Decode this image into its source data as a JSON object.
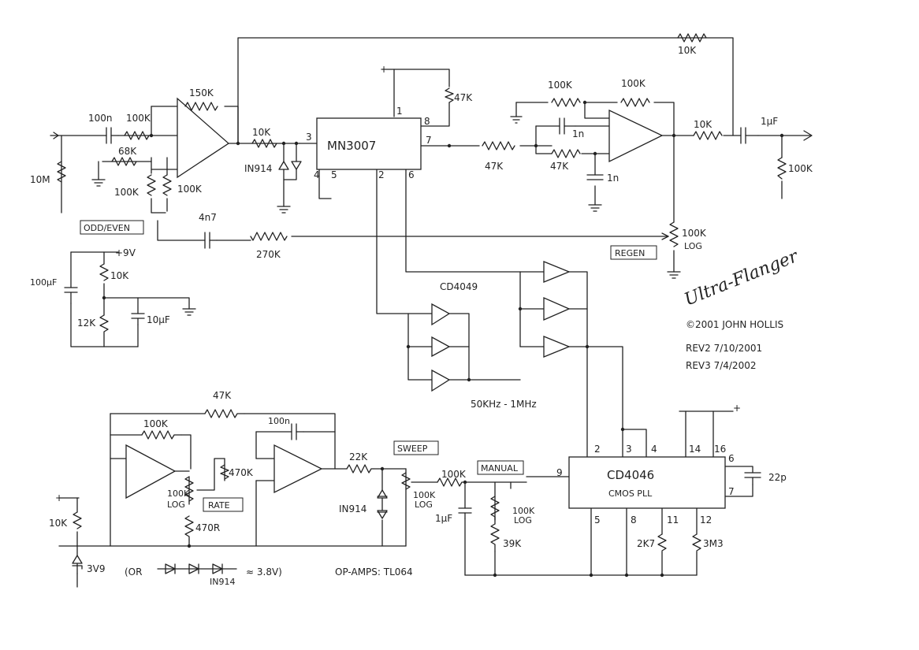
{
  "labels": {
    "chip_bbd": "MN3007",
    "chip_inv": "CD4049",
    "chip_pll": "CD4046",
    "chip_pll_sub": "CMOS PLL",
    "r_10m": "10M",
    "c_100n_in": "100n",
    "r_100k_in": "100K",
    "r_68k": "68K",
    "r_150k": "150K",
    "r_100k_odd": "100K",
    "r_100k_even": "100K",
    "odd_even": "ODD/EVEN",
    "r_10k_top": "10K",
    "diodes": "IN914",
    "pin3": "3",
    "pin8": "8",
    "pin1": "1",
    "pin7": "7",
    "pin4": "4",
    "pin5": "5",
    "pin2": "2",
    "pin6": "6",
    "r_47k_pull": "47K",
    "r_47k_a": "47K",
    "r_47k_b": "47K",
    "c_1n_a": "1n",
    "c_1n_b": "1n",
    "r_100k_fb1": "100K",
    "r_100k_fb2": "100K",
    "r_10k_out": "10K",
    "c_1uf_out": "1µF",
    "r_100k_load": "100K",
    "r_10k_fb": "10K",
    "c_4n7": "4n7",
    "r_270k": "270K",
    "pot_regen": "100K",
    "pot_regen_log": "LOG",
    "regen": "REGEN",
    "supply_9v": "+9V",
    "c_100uf": "100µF",
    "r_10k_sup": "10K",
    "r_12k": "12K",
    "c_10uf": "10µF",
    "title": "Ultra-Flanger",
    "copyright": "©2001  JOHN HOLLIS",
    "rev2": "REV2   7/10/2001",
    "rev3": "REV3   7/4/2002",
    "freq_range": "50KHz - 1MHz",
    "r_47k_lfo": "47K",
    "r_100k_lfo": "100K",
    "c_100n_lfo": "100n",
    "r_470k": "470K",
    "pot_rate": "100K",
    "pot_rate_log": "LOG",
    "rate": "RATE",
    "r_470r": "470R",
    "r_22k": "22K",
    "sweep": "SWEEP",
    "diodes_lfo": "IN914",
    "pot_sweep": "100K",
    "pot_sweep_log": "LOG",
    "r_100k_man": "100K",
    "manual": "MANUAL",
    "c_1uf_man": "1µF",
    "pot_man": "100K",
    "pot_man_log": "LOG",
    "r_39k": "39K",
    "r_10k_zener": "10K",
    "zener": "3V9",
    "zener_note_a": "(OR",
    "zener_note_diodes": "IN914",
    "zener_note_b": "≈ 3.8V)",
    "opamps": "OP-AMPS:  TL064",
    "pll_pin2": "2",
    "pll_pin3": "3",
    "pll_pin4": "4",
    "pll_pin14": "14",
    "pll_pin16": "16",
    "pll_pin6": "6",
    "pll_pin7": "7",
    "pll_pin9": "9",
    "pll_pin5": "5",
    "pll_pin8": "8",
    "pll_pin11": "11",
    "pll_pin12": "12",
    "c_22p": "22p",
    "r_2k7": "2K7",
    "r_3m3": "3M3"
  }
}
